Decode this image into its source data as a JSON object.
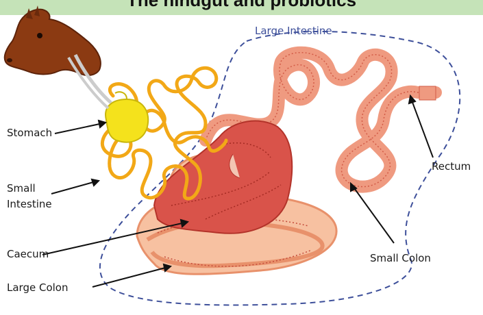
{
  "title": "The hindgut and probiotics",
  "region_label": "Large Intestine",
  "labels": {
    "stomach": "Stomach",
    "small_intestine_line1": "Small",
    "small_intestine_line2": "Intestine",
    "caecum": "Caecum",
    "large_colon": "Large Colon",
    "rectum": "Rectum",
    "small_colon": "Small Colon"
  },
  "colors": {
    "title_background": "#c5e3b8",
    "stomach": "#f4e21c",
    "small_intestine": "#f2a817",
    "caecum": "#d9534a",
    "large_colon": "#f7c1a1",
    "small_colon": "#ef9a80",
    "boundary": "#3d4f9a",
    "horse": "#8b3a12"
  }
}
